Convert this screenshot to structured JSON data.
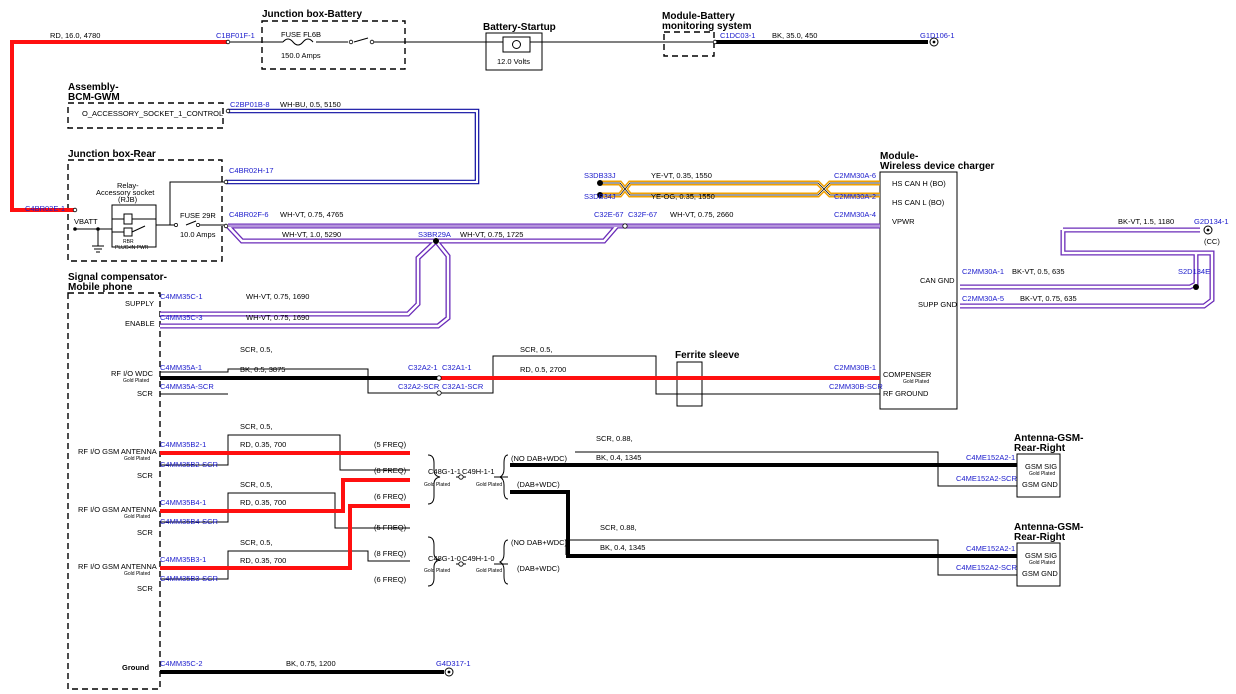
{
  "titles": {
    "jb_battery": "Junction box-Battery",
    "battery_startup": "Battery-Startup",
    "mbms_1": "Module-Battery",
    "mbms_2": "monitoring system",
    "bcm_1": "Assembly-",
    "bcm_2": "BCM-GWM",
    "jb_rear": "Junction box-Rear",
    "wdc_1": "Module-",
    "wdc_2": "Wireless device charger",
    "sig_1": "Signal compensator-",
    "sig_2": "Mobile phone",
    "ferrite": "Ferrite sleeve",
    "ant1_1": "Antenna-GSM-",
    "ant1_2": "Rear-Right",
    "ant2_1": "Antenna-GSM-",
    "ant2_2": "Rear-Right"
  },
  "labels": {
    "fuse_f68": "FUSE FL6B",
    "fuse_f68_amps": "150.0 Amps",
    "batt_volts": "12.0 Volts",
    "o_acc": "O_ACCESSORY_SOCKET_1_CONTROL",
    "relay_1": "Relay-",
    "relay_2": "Accessory socket",
    "relay_3": "(RJB)",
    "rly_sub1": "RBR",
    "rly_sub2": "PLUG-IN PWR",
    "vbatt": "VBATT",
    "fuse29r": "FUSE 29R",
    "fuse29r_amps": "10.0 Amps",
    "hs_can_h": "HS CAN H (BO)",
    "hs_can_l": "HS CAN L (BO)",
    "vpwr": "VPWR",
    "can_gnd": "CAN GND",
    "supp_gnd": "SUPP GND",
    "compenser": "COMPENSER",
    "gold_plated": "Gold Plated",
    "rf_ground": "RF GROUND",
    "supply": "SUPPLY",
    "enable": "ENABLE",
    "rf_io_wdc": "RF I/O WDC",
    "scr": "SCR",
    "rf_io_gsm": "RF I/O GSM ANTENNA",
    "ground": "Ground",
    "gsm_sig": "GSM SIG",
    "gsm_gnd": "GSM GND",
    "freq5": "(5 FREQ)",
    "freq8": "(8 FREQ)",
    "freq6": "(6 FREQ)",
    "no_dab": "(NO DAB+WDC)",
    "dab": "(DAB+WDC)",
    "cc": "(CC)"
  },
  "connectors": {
    "c1bf01f": "C1BF01F-1",
    "c1dc03": "C1DC03-1",
    "g1d106": "G1D106-1",
    "c2bp01b": "C2BP01B-8",
    "c4br02h": "C4BR02H-17",
    "c4br02e": "C4BR02E-1",
    "c4br02f": "C4BR02F-6",
    "s3db33j": "S3DB33J",
    "s3db34j": "S3DB34J",
    "c2mm30a6": "C2MM30A-6",
    "c2mm30a2": "C2MM30A-2",
    "c2mm30a4": "C2MM30A-4",
    "c32e": "C32E-67",
    "c32f": "C32F-67",
    "g2d134": "G2D134-1",
    "s3br29a": "S3BR29A",
    "c2mm30a1": "C2MM30A-1",
    "s2d134e": "S2D134E",
    "c2mm30a5": "C2MM30A-5",
    "c4mm35c1": "C4MM35C-1",
    "c4mm35c3": "C4MM35C-3",
    "c4mm35a1": "C4MM35A-1",
    "c4mm35ascr": "C4MM35A-SCR",
    "c32a2": "C32A2-1",
    "c32a1": "C32A1-1",
    "c32a2scr": "C32A2-SCR",
    "c32a1scr": "C32A1-SCR",
    "c2mm30b1": "C2MM30B-1",
    "c2mm30bscr": "C2MM30B-SCR",
    "c4mm35b21": "C4MM35B2-1",
    "c4mm35b2scr": "C4MM35B2-SCR",
    "c4mm35b41": "C4MM35B4-1",
    "c4mm35b4scr": "C4MM35B4-SCR",
    "c4mm35b31": "C4MM35B3-1",
    "c4mm35b3scr": "C4MM35B3-SCR",
    "c48g11": "C48G-1-1",
    "c49h11": "C49H-1-1",
    "c48g10": "C48G-1-0",
    "c49h10": "C49H-1-0",
    "c4me152a21a": "C4ME152A2-1",
    "c4me152a2scra": "C4ME152A2-SCR",
    "c4me152a21b": "C4ME152A2-1",
    "c4me152a2scrb": "C4ME152A2-SCR",
    "c4mm35c2": "C4MM35C-2",
    "g4d317": "G4D317-1"
  },
  "wires": {
    "rd_16": "RD, 16.0, 4780",
    "bk_35": "BK, 35.0, 450",
    "whbu": "WH-BU, 0.5, 5150",
    "yevt": "YE-VT, 0.35, 1550",
    "yeog": "YE-OG, 0.35, 1550",
    "whvt_4765": "WH-VT, 0.75, 4765",
    "whvt_2660": "WH-VT, 0.75, 2660",
    "whvt_5290": "WH-VT, 1.0, 5290",
    "whvt_1725": "WH-VT, 0.75, 1725",
    "bkvt_1180": "BK-VT, 1.5, 1180",
    "bkvt_635a": "BK-VT, 0.5, 635",
    "bkvt_635b": "BK-VT, 0.75, 635",
    "whvt_1690a": "WH-VT, 0.75, 1690",
    "whvt_1690b": "WH-VT, 0.75, 1690",
    "scr05_a": "SCR, 0.5,",
    "bk_3875": "BK, 0.5, 3875",
    "scr05_b": "SCR, 0.5,",
    "rd_2700": "RD, 0.5, 2700",
    "scr05_c": "SCR, 0.5,",
    "rd_700a": "RD, 0.35, 700",
    "scr05_d": "SCR, 0.5,",
    "rd_700b": "RD, 0.35, 700",
    "scr05_e": "SCR, 0.5,",
    "rd_700c": "RD, 0.35, 700",
    "scr088_a": "SCR, 0.88,",
    "bk_1345a": "BK, 0.4, 1345",
    "scr088_b": "SCR, 0.88,",
    "bk_1345b": "BK, 0.4, 1345",
    "bk_1200": "BK, 0.75, 1200"
  }
}
